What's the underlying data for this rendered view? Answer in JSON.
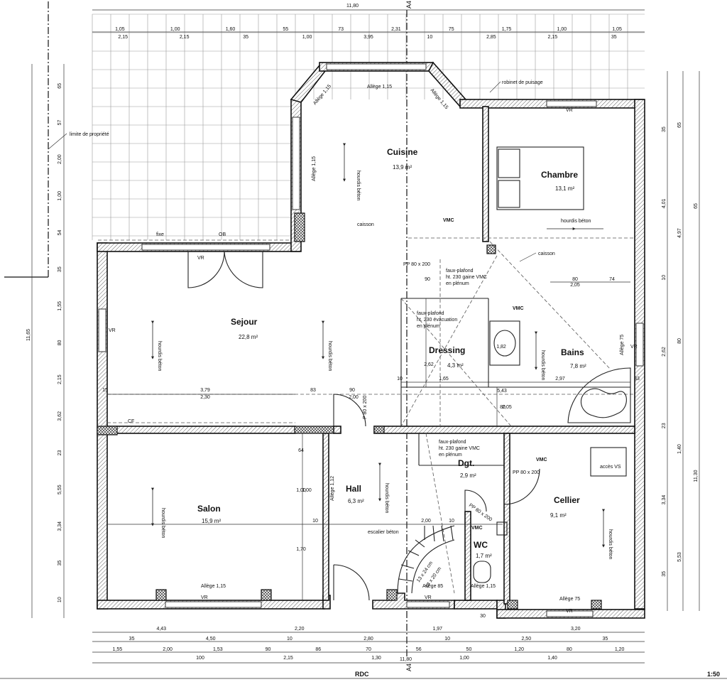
{
  "plan": {
    "name": "RDC",
    "scale": "1:50",
    "section_marker": "A4"
  },
  "rooms": {
    "cuisine": {
      "name": "Cuisine",
      "area": "13,9 m²"
    },
    "chambre": {
      "name": "Chambre",
      "area": "13,1 m²"
    },
    "sejour": {
      "name": "Sejour",
      "area": "22,8 m²"
    },
    "dressing": {
      "name": "Dressing",
      "area": "4,3 m²"
    },
    "bains": {
      "name": "Bains",
      "area": "7,8 m²"
    },
    "salon": {
      "name": "Salon",
      "area": "15,9 m²"
    },
    "hall": {
      "name": "Hall",
      "area": "6,3 m²"
    },
    "dgt": {
      "name": "Dgt.",
      "area": "2,9 m²"
    },
    "cellier": {
      "name": "Cellier",
      "area": "9,1 m²"
    },
    "wc": {
      "name": "WC",
      "area": "1,7 m²"
    }
  },
  "notes": {
    "limite": "limite de propriété",
    "robinet": "robinet de puisage",
    "caisson": "caisson",
    "vmc": "VMC",
    "hourdis": "hourdis béton",
    "fp1_a": "faux-plafond",
    "fp1_b": "ht. 230 gaine VMC",
    "fp1_c": "en plénum",
    "fp2_a": "faux-plafond",
    "fp2_b": "ht. 230 évacuation",
    "fp2_c": "en plénum",
    "escalier": "escalier béton",
    "stair1": "13 x 24 cm",
    "stair2": "14 x 20 cm",
    "acces_vs": "accès VS",
    "pp80": "PP 80 x 200",
    "p80": "P 80 x 200",
    "fixe": "fixe",
    "ob": "OB",
    "vr": "VR",
    "cf": "CF",
    "allege_115": "Allège 1,15",
    "allege_75": "Allège 75",
    "allege_85": "Allège 85",
    "allege_112": "Allège 1,12"
  },
  "dims": {
    "top_total": "11,80",
    "top_row1": [
      "1,05",
      "1,00",
      "1,60",
      "55",
      "73",
      "2,31",
      "75",
      "1,75",
      "1,00",
      "1,05"
    ],
    "top_row2": [
      "2,15",
      "2,15",
      "35",
      "1,00",
      "3,95",
      "10",
      "2,85",
      "2,15",
      "35"
    ],
    "bottom_row1": [
      "4,43",
      "2,20",
      "1,97",
      "3,20"
    ],
    "bottom_row2": [
      "35",
      "4,50",
      "10",
      "2,80",
      "10",
      "2,50",
      "35"
    ],
    "bottom_row3": [
      "1,55",
      "2,00",
      "1,53",
      "90",
      "86",
      "70",
      "56",
      "50",
      "1,20",
      "80",
      "1,20"
    ],
    "bottom_row4": [
      "100",
      "2,15",
      "1,30",
      "1,00",
      "1,40"
    ],
    "bottom_total": "11,80",
    "left_outer": [
      "65",
      "57",
      "2,00",
      "1,00",
      "54",
      "35",
      "1,55",
      "80",
      "2,15",
      "3,62",
      "23",
      "5,55",
      "3,34",
      "35",
      "10"
    ],
    "left_total": "11,65",
    "right_col1": [
      "35",
      "4,01",
      "10",
      "2,62",
      "23",
      "3,34",
      "35"
    ],
    "right_col2": [
      "65",
      "4,97",
      "80",
      "1,40",
      "5,53"
    ],
    "right_col3": [
      "65",
      "11,30"
    ],
    "inner": [
      "3,79",
      "2,30",
      "83",
      "15",
      "90",
      "2,00",
      "10",
      "1,65",
      "5,43",
      "2,97",
      "33",
      "80",
      "2,05",
      "74",
      "2,62",
      "1,82",
      "90",
      "64",
      "1,00",
      "1,00",
      "1,70",
      "10",
      "2,00",
      "10",
      "80",
      "2,05",
      "30"
    ]
  }
}
